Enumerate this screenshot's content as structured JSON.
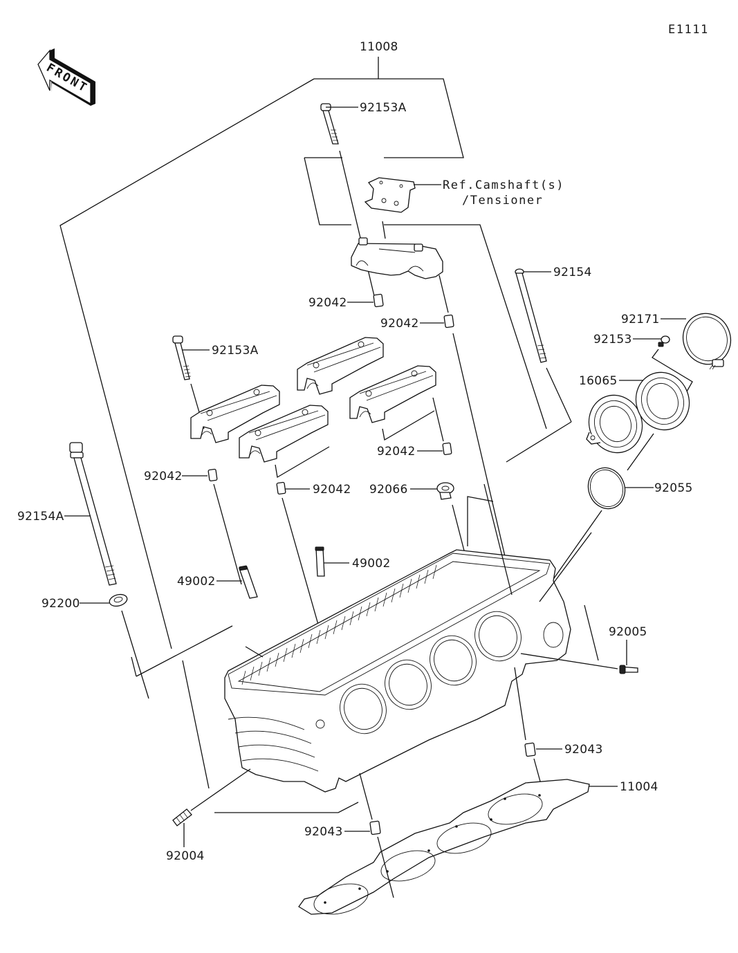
{
  "diagram": {
    "code": "E1111",
    "front_arrow_label": "FRONT",
    "ref_label_line1": "Ref.Camshaft(s)",
    "ref_label_line2": "/Tensioner",
    "parts": [
      {
        "id": "11008",
        "name": "cylinder-head-assembly"
      },
      {
        "id": "92153A",
        "name": "bolt-top"
      },
      {
        "id": "92042",
        "name": "dowel-pin-1"
      },
      {
        "id": "92042",
        "name": "dowel-pin-2"
      },
      {
        "id": "92154",
        "name": "long-bolt"
      },
      {
        "id": "92171",
        "name": "hose-clamp"
      },
      {
        "id": "92153",
        "name": "small-bolt"
      },
      {
        "id": "16065",
        "name": "intake-holder"
      },
      {
        "id": "92153A",
        "name": "bolt-left"
      },
      {
        "id": "92042",
        "name": "dowel-pin-3"
      },
      {
        "id": "92042",
        "name": "dowel-pin-4"
      },
      {
        "id": "92042",
        "name": "dowel-pin-5"
      },
      {
        "id": "92066",
        "name": "plug"
      },
      {
        "id": "92055",
        "name": "o-ring"
      },
      {
        "id": "92154A",
        "name": "head-bolt"
      },
      {
        "id": "49002",
        "name": "valve-guide-1"
      },
      {
        "id": "49002",
        "name": "valve-guide-2"
      },
      {
        "id": "92200",
        "name": "washer"
      },
      {
        "id": "92005",
        "name": "fitting"
      },
      {
        "id": "92043",
        "name": "dowel-pin-6"
      },
      {
        "id": "11004",
        "name": "head-gasket"
      },
      {
        "id": "92043",
        "name": "dowel-pin-7"
      },
      {
        "id": "92004",
        "name": "stud"
      }
    ]
  }
}
